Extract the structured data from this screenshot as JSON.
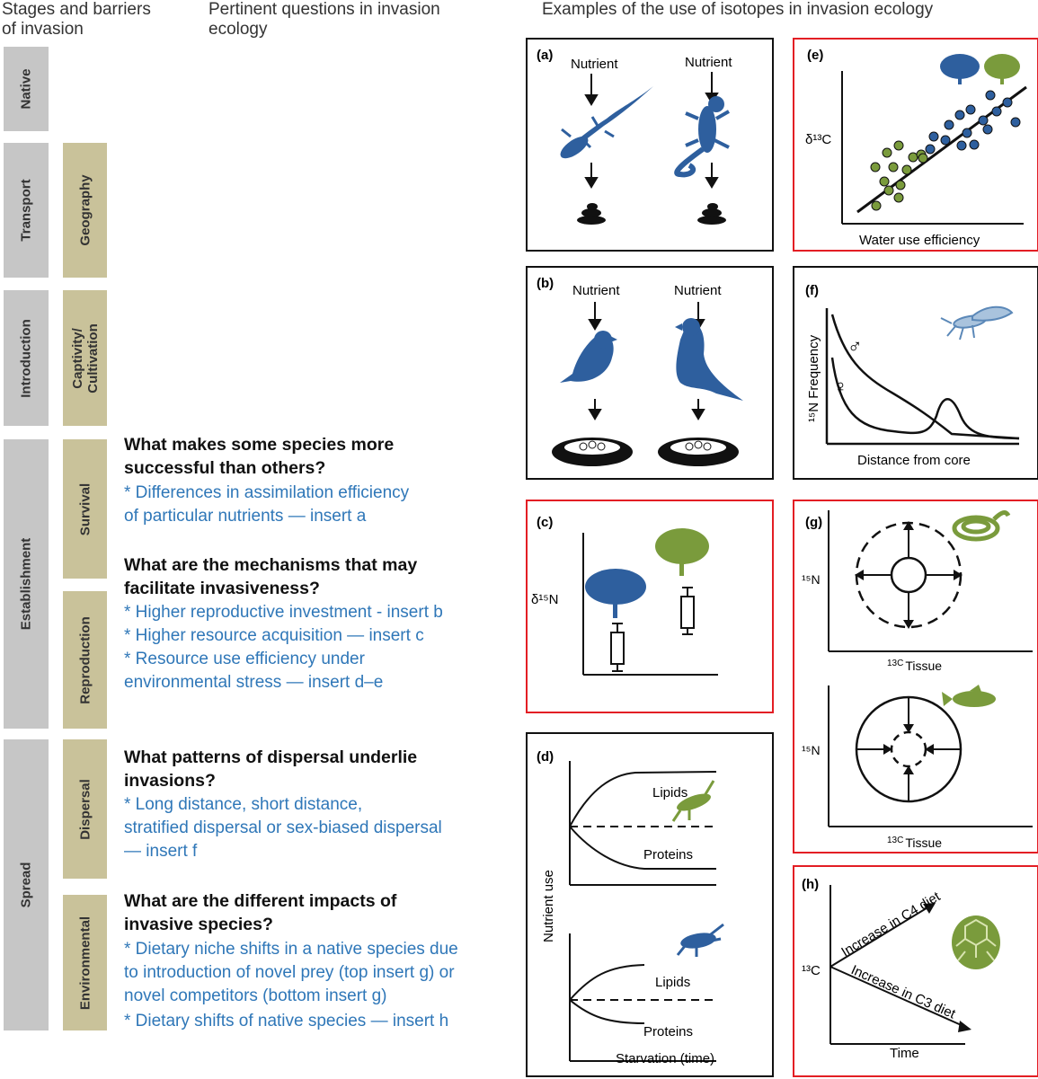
{
  "headers": {
    "col1": [
      "Stages and barriers",
      "of invasion"
    ],
    "col2": [
      "Pertinent questions in invasion",
      "ecology"
    ],
    "col3": "Examples of the use of isotopes in invasion ecology"
  },
  "stages": [
    "Native",
    "Transport",
    "Introduction",
    "Establishment",
    "Spread"
  ],
  "barriers": {
    "geography": "Geography",
    "captivity": [
      "Captivity/",
      "Cultivation"
    ],
    "survival": "Survival",
    "reproduction": "Reproduction",
    "dispersal": "Dispersal",
    "environmental": "Environmental"
  },
  "questions": {
    "q1": [
      "What makes some species more",
      "successful than others?"
    ],
    "q1_answers": [
      "* Differences in assimilation efficiency",
      "of particular nutrients — insert a"
    ],
    "q2": [
      "What are the mechanisms that may",
      "facilitate invasiveness?"
    ],
    "q2_answers": [
      "* Higher reproductive investment - insert b",
      "* Higher resource acquisition — insert c",
      "* Resource use efficiency under",
      "environmental stress — insert d–e"
    ],
    "q3": [
      "What patterns of dispersal underlie",
      "invasions?"
    ],
    "q3_answers": [
      "* Long distance, short distance,",
      "stratified dispersal or sex-biased dispersal",
      " — insert f"
    ],
    "q4": [
      "What are the different impacts of",
      "invasive species?"
    ],
    "q4_answers": [
      "* Dietary niche shifts in a native species due",
      "to introduction of novel prey (top insert g) or",
      "novel competitors (bottom insert g)",
      "* Dietary shifts of native species — insert h"
    ]
  },
  "panels": {
    "a": {
      "tag": "(a)",
      "nutrient_left": "Nutrient",
      "nutrient_right": "Nutrient"
    },
    "b": {
      "tag": "(b)",
      "nutrient_left": "Nutrient",
      "nutrient_right": "Nutrient"
    },
    "c": {
      "tag": "(c)",
      "ylabel": "δ¹⁵N"
    },
    "d": {
      "tag": "(d)",
      "ylabel": "Nutrient use",
      "xlabel": "Starvation (time)",
      "lipids": "Lipids",
      "proteins": "Proteins"
    },
    "e": {
      "tag": "(e)",
      "ylabel": "δ¹³C",
      "xlabel": "Water use efficiency"
    },
    "f": {
      "tag": "(f)",
      "ylabel": "¹⁵N Frequency",
      "xlabel": "Distance from core",
      "male": "♂",
      "female": "♀"
    },
    "g": {
      "tag": "(g)",
      "ylabel": "¹⁵N",
      "xlabel_main": "13C",
      "xlabel_sub": "Tissue"
    },
    "h": {
      "tag": "(h)",
      "ylabel": "¹³C",
      "xlabel": "Time",
      "up": "Increase in C4 diet",
      "down": "Increase in C3 diet"
    }
  },
  "colors": {
    "blue": "#2e5f9e",
    "green": "#7a9b3c",
    "answer_blue": "#2f77b8",
    "red_border": "#e31e24",
    "stage_grey": "#c6c6c6",
    "barrier_tan": "#c9c29a"
  }
}
